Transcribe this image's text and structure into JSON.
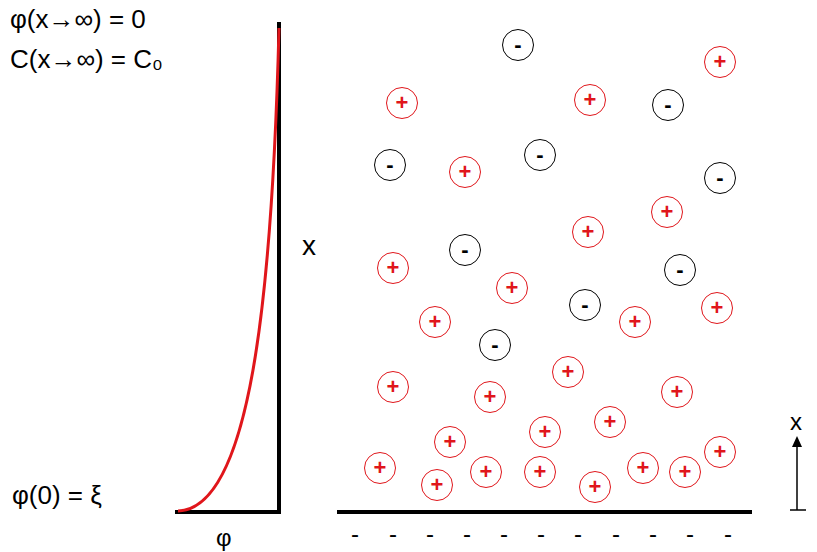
{
  "diagram": {
    "nodes": [
      {
        "text": [
          "-"
        ]
      },
      {
        "text": [
          "+"
        ]
      },
      {
        "text": [
          "+"
        ]
      },
      {
        "text": [
          "+"
        ]
      },
      {
        "text": [
          "-"
        ]
      },
      {
        "text": [
          "-"
        ]
      },
      {
        "text": [
          "-"
        ]
      },
      {
        "text": [
          "+"
        ]
      },
      {
        "text": [
          "-"
        ]
      },
      {
        "text": [
          "+"
        ]
      },
      {
        "text": [
          "+"
        ]
      },
      {
        "text": [
          "-"
        ]
      },
      {
        "text": [
          "+"
        ]
      },
      {
        "text": [
          "-"
        ]
      },
      {
        "text": [
          "+"
        ]
      },
      {
        "text": [
          "-"
        ]
      },
      {
        "text": [
          "+"
        ]
      },
      {
        "text": [
          "+"
        ]
      },
      {
        "text": [
          "+"
        ]
      },
      {
        "text": [
          "-"
        ]
      },
      {
        "text": [
          "+"
        ]
      },
      {
        "text": [
          "+"
        ]
      },
      {
        "text": [
          "+"
        ]
      },
      {
        "text": [
          "+"
        ]
      },
      {
        "text": [
          "+"
        ]
      },
      {
        "text": [
          "+"
        ]
      },
      {
        "text": [
          "+"
        ]
      },
      {
        "text": [
          "+"
        ]
      },
      {
        "text": [
          "+"
        ]
      },
      {
        "text": [
          "+"
        ]
      },
      {
        "text": [
          "+"
        ]
      },
      {
        "text": [
          "+"
        ]
      },
      {
        "text": [
          "+"
        ]
      },
      {
        "text": [
          "+"
        ]
      },
      {
        "text": [
          "+"
        ]
      }
    ],
    "labels": [
      "φ(x→∞) = 0",
      "C(x→∞) = C₀",
      "x",
      "φ(0) = ξ",
      "φ",
      "-",
      "-",
      "-",
      "-",
      "-",
      "-",
      "-",
      "-",
      "-",
      "-",
      "-",
      "x"
    ]
  }
}
